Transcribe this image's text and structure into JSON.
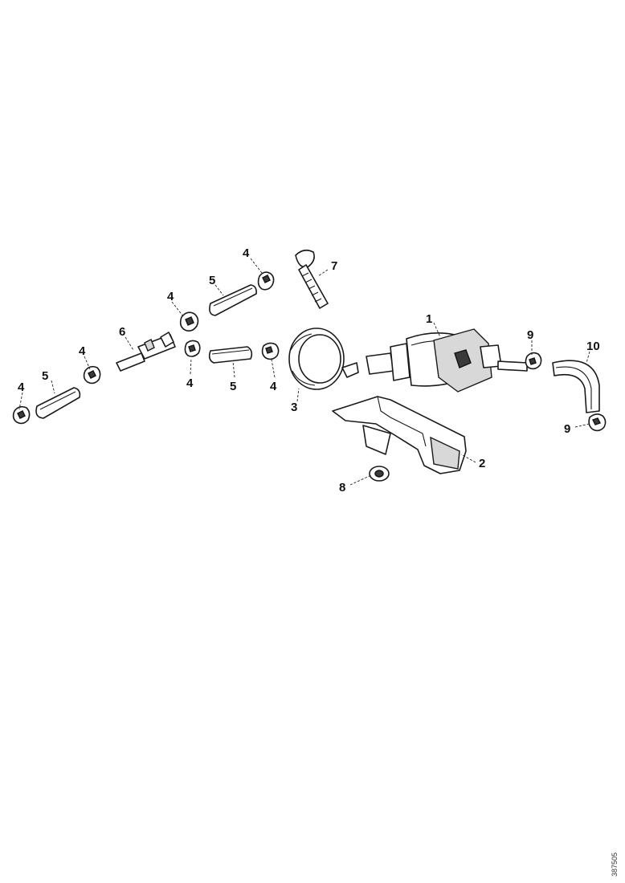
{
  "callouts": {
    "c1": "1",
    "c2": "2",
    "c3": "3",
    "c4a": "4",
    "c4b": "4",
    "c4c": "4",
    "c4d": "4",
    "c4e": "4",
    "c4f": "4",
    "c5a": "5",
    "c5b": "5",
    "c5c": "5",
    "c6": "6",
    "c7": "7",
    "c8": "8",
    "c9a": "9",
    "c9b": "9",
    "c10": "10"
  },
  "document_id": "387505"
}
